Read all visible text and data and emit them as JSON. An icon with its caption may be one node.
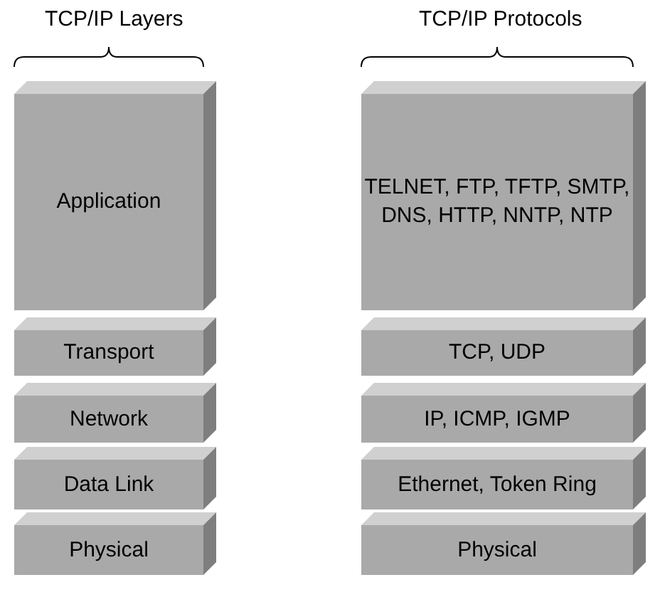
{
  "diagram": {
    "nodes": [
      {
        "text": [
          "Application"
        ]
      },
      {
        "text": [
          "Transport"
        ]
      },
      {
        "text": [
          "Network"
        ]
      },
      {
        "text": [
          "Data Link"
        ]
      },
      {
        "text": [
          "Physical"
        ]
      },
      {
        "text": [
          "TELNET, FTP, TFTP, SMTP, DNS, HTTP, NNTP, NTP"
        ]
      },
      {
        "text": [
          "TCP, UDP"
        ]
      },
      {
        "text": [
          "IP, ICMP, IGMP"
        ]
      },
      {
        "text": [
          "Ethernet, Token Ring"
        ]
      },
      {
        "text": [
          "Physical"
        ]
      }
    ],
    "labels": [
      "TCP/IP Layers",
      "TCP/IP Protocols"
    ]
  }
}
